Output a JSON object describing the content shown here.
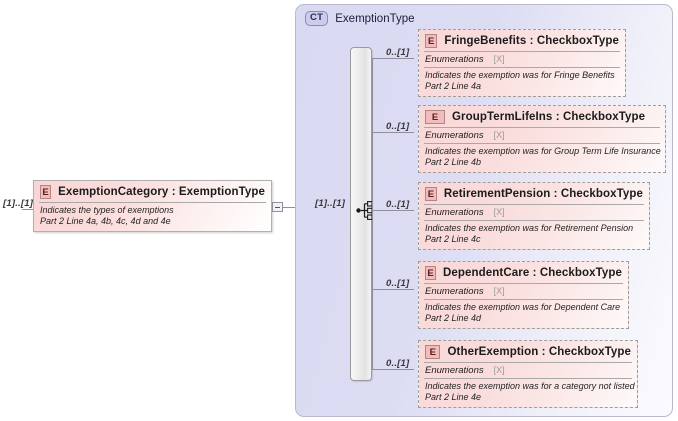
{
  "diagram": {
    "type": "xml-schema-element-diagram",
    "root_element": {
      "icon": "element-chip-E",
      "name": "ExemptionCategory : ExemptionType",
      "annotation_line1": "Indicates the types of exemptions",
      "annotation_line2": "Part 2 Line 4a, 4b, 4c, 4d and 4e",
      "outer_cardinality": "[1]..[1]",
      "inner_cardinality": "[1]..[1]",
      "collapse_control": "minus"
    },
    "complex_type": {
      "badge": "CT",
      "title": "ExemptionType",
      "compositor": "sequence"
    },
    "children": [
      {
        "icon": "element-chip-E",
        "name": "FringeBenefits : CheckboxType",
        "facet_label": "Enumerations",
        "facet_flag": "[X]",
        "annotation_line1": "Indicates the exemption was for Fringe Benefits",
        "annotation_line2": "Part 2 Line 4a",
        "cardinality": "0..[1]"
      },
      {
        "icon": "element-chip-E",
        "name": "GroupTermLifeIns : CheckboxType",
        "facet_label": "Enumerations",
        "facet_flag": "[X]",
        "annotation_line1": "Indicates the exemption was for Group Term Life Insurance",
        "annotation_line2": "Part 2 Line 4b",
        "cardinality": "0..[1]"
      },
      {
        "icon": "element-chip-E",
        "name": "RetirementPension : CheckboxType",
        "facet_label": "Enumerations",
        "facet_flag": "[X]",
        "annotation_line1": "Indicates the exemption was for Retirement Pension",
        "annotation_line2": "Part 2 Line 4c",
        "cardinality": "0..[1]"
      },
      {
        "icon": "element-chip-E",
        "name": "DependentCare : CheckboxType",
        "facet_label": "Enumerations",
        "facet_flag": "[X]",
        "annotation_line1": "Indicates the exemption was for Dependent Care",
        "annotation_line2": "Part 2 Line 4d",
        "cardinality": "0..[1]"
      },
      {
        "icon": "element-chip-E",
        "name": "OtherExemption : CheckboxType",
        "facet_label": "Enumerations",
        "facet_flag": "[X]",
        "annotation_line1": "Indicates the exemption was for a category not listed",
        "annotation_line2": "Part 2 Line 4e",
        "cardinality": "0..[1]"
      }
    ],
    "colors": {
      "element_fill": "#f9d7d7",
      "element_chip": "#f2bcbc",
      "container_fill": "#d9d9f2",
      "container_chip": "#ccccec",
      "connector": "#8f8f9e"
    }
  }
}
